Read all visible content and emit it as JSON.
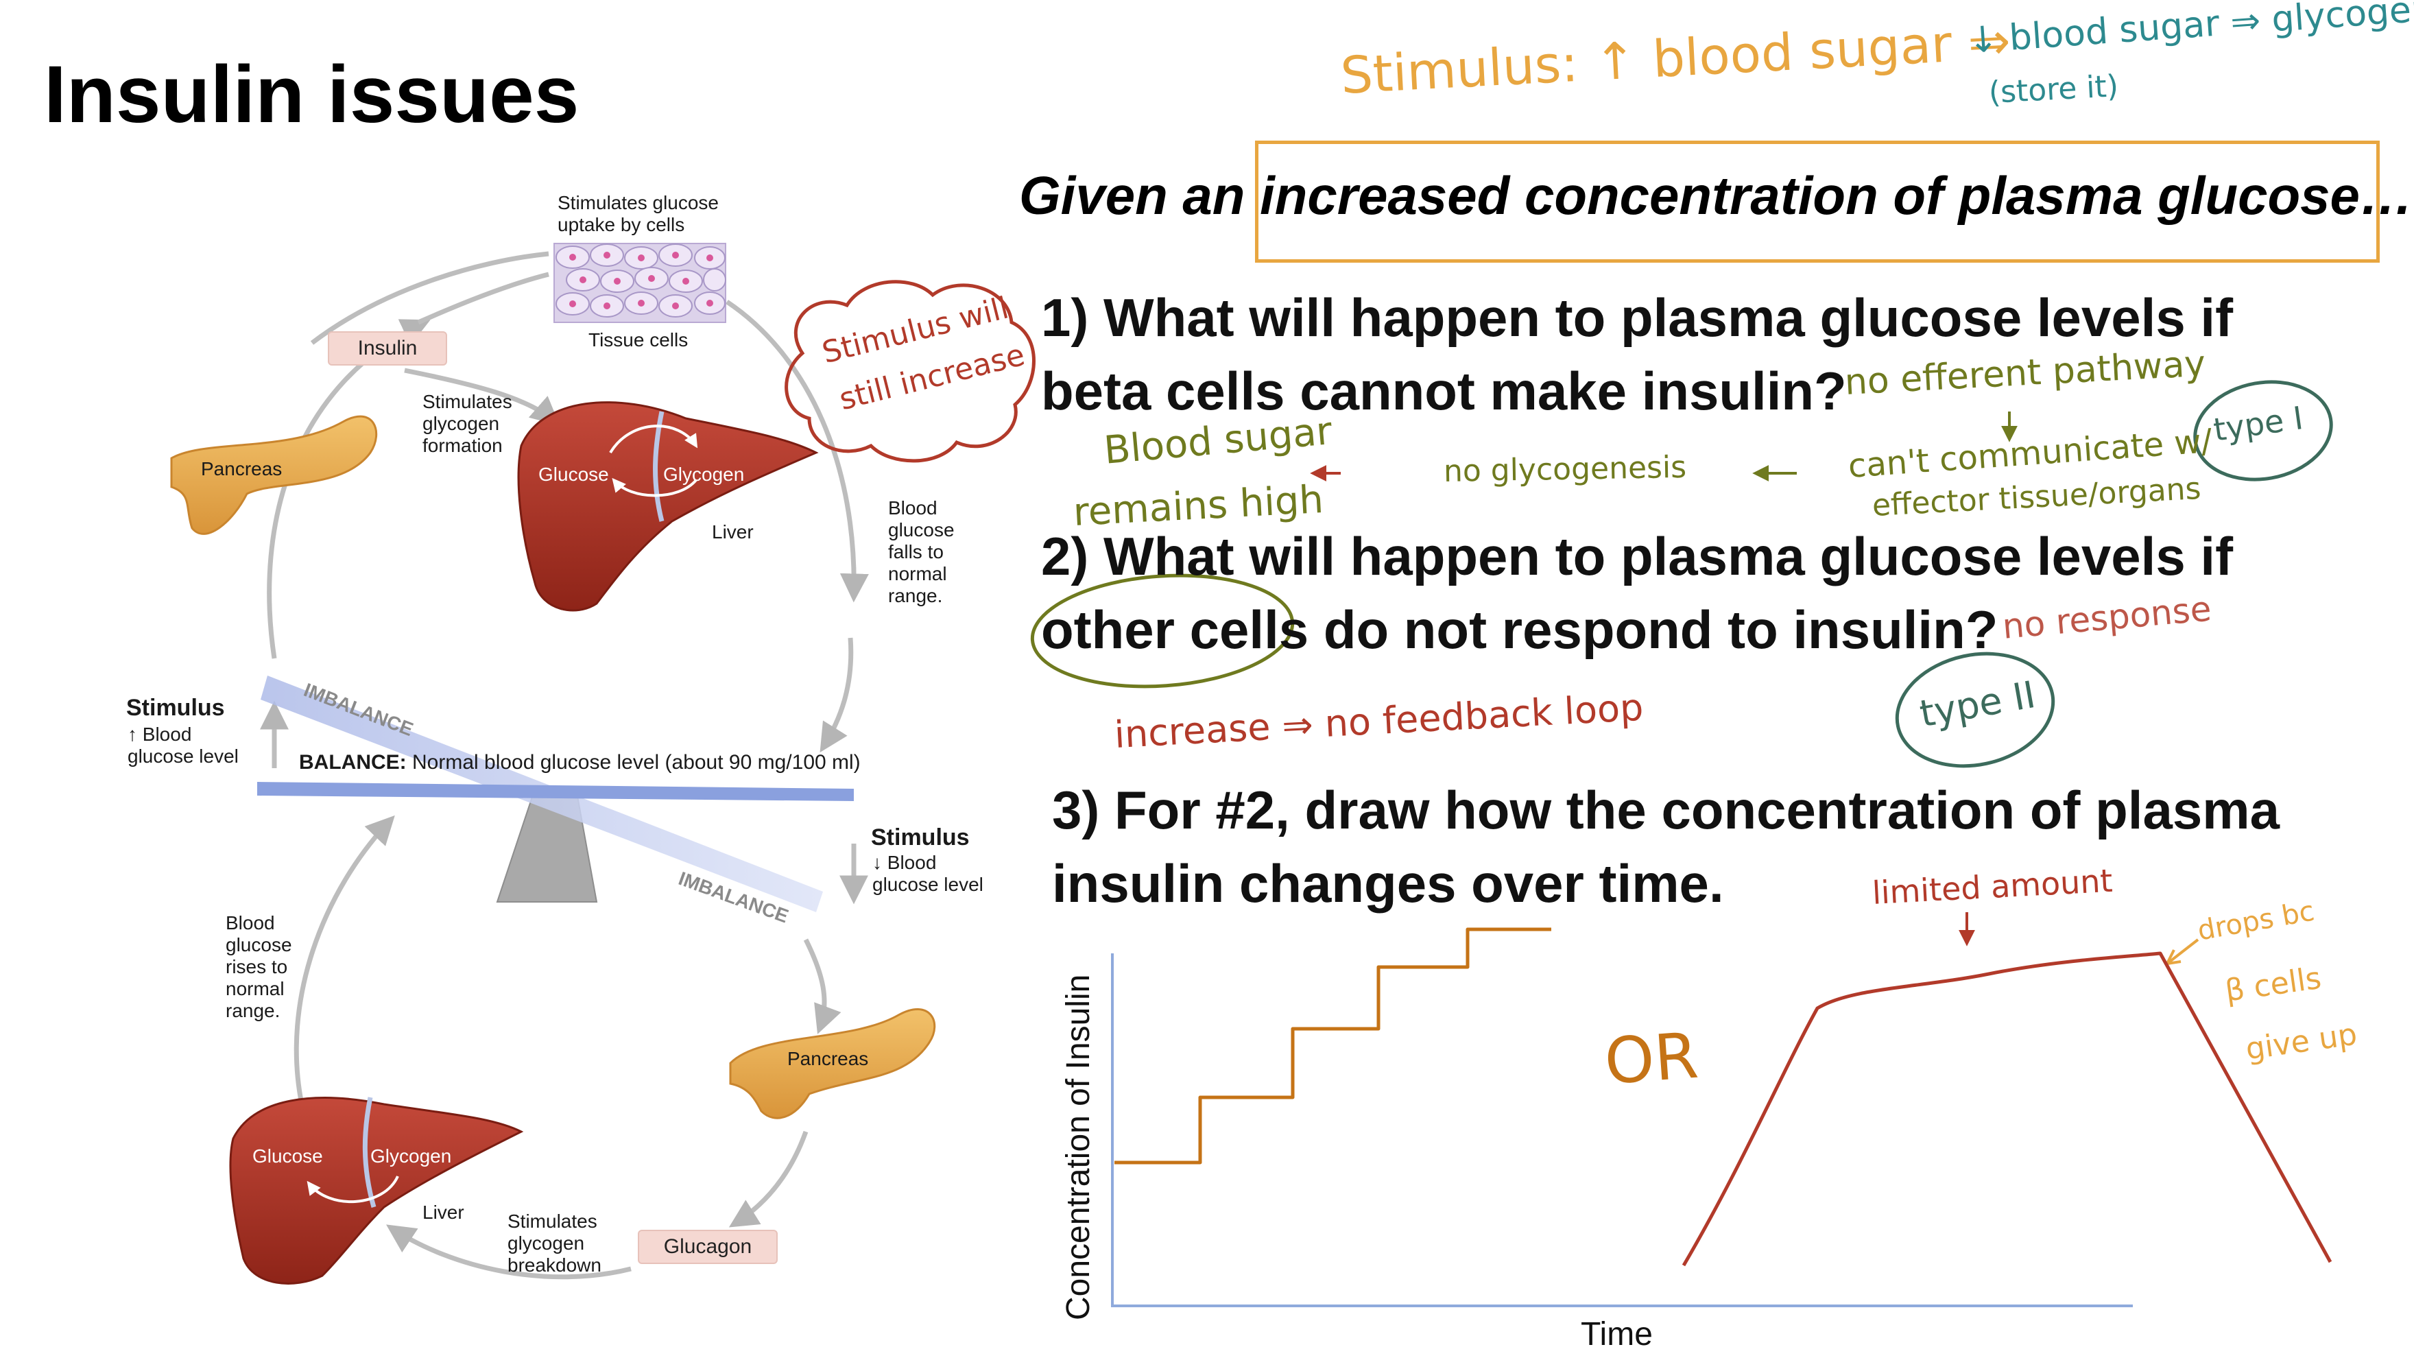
{
  "title": "Insulin issues",
  "given": "Given an increased concentration of plasma glucose…",
  "questions": {
    "q1_line1": "1) What will happen to plasma glucose levels if",
    "q1_line2": "beta cells cannot make insulin?",
    "q2_line1": "2) What will happen to plasma glucose levels if",
    "q2_line2": "other cells do not respond to insulin?",
    "q3_line1": "3) For #2, draw how the concentration of plasma",
    "q3_line2": "insulin changes over time."
  },
  "annotations": {
    "stimulus": "Stimulus: ↑ blood sugar ⇒",
    "teal_line1": "↓ blood sugar ⇒ glycogenesis",
    "teal_line2": "(store it)",
    "cloud": [
      "Stimulus will",
      "still increase"
    ],
    "no_efferent": "no efferent pathway",
    "cant_communicate": [
      "can't communicate w/",
      "effector tissue/organs"
    ],
    "no_glycogenesis": "no glycogenesis",
    "blood_sugar": [
      "Blood sugar",
      "remains high"
    ],
    "type1": "type I",
    "no_response": "no response",
    "increase": "increase ⇒ no feedback loop",
    "type2": "type II",
    "limited_amount": "limited amount",
    "drops": [
      "drops bc",
      "β cells",
      "give up"
    ],
    "or": "OR"
  },
  "diagram": {
    "stimulates_glucose_uptake": [
      "Stimulates glucose",
      "uptake by cells"
    ],
    "tissue_cells": "Tissue cells",
    "insulin": "Insulin",
    "stimulates_glycogen_formation": [
      "Stimulates",
      "glycogen",
      "formation"
    ],
    "pancreas_top": "Pancreas",
    "glucose_top": "Glucose",
    "glycogen_top": "Glycogen",
    "liver_top": "Liver",
    "falls_text": [
      "Blood",
      "glucose",
      "falls to",
      "normal",
      "range."
    ],
    "imbalance_top": "IMBALANCE",
    "stimulus_up_title": "Stimulus",
    "stimulus_up_text": [
      "↑ Blood",
      "glucose level"
    ],
    "balance_bold": "BALANCE:",
    "balance_text": " Normal blood glucose level (about 90 mg/100 ml)",
    "stimulus_down_title": "Stimulus",
    "stimulus_down_text": [
      "↓ Blood",
      "glucose level"
    ],
    "imbalance_bottom": "IMBALANCE",
    "rises_text": [
      "Blood",
      "glucose",
      "rises to",
      "normal",
      "range."
    ],
    "pancreas_bottom": "Pancreas",
    "glucose_bottom": "Glucose",
    "glycogen_bottom": "Glycogen",
    "liver_bottom": "Liver",
    "stimulates_breakdown": [
      "Stimulates",
      "glycogen",
      "breakdown"
    ],
    "glucagon": "Glucagon"
  },
  "graph": {
    "ylabel": "Concentration of Insulin",
    "xlabel": "Time"
  },
  "colors": {
    "orange": "#e8a640",
    "dark_orange": "#c57316",
    "red": "#b23a2a",
    "olive": "#6f7a1f",
    "teal": "#2d8a8f",
    "green": "#3c6b5c",
    "axis": "#8faadc"
  }
}
